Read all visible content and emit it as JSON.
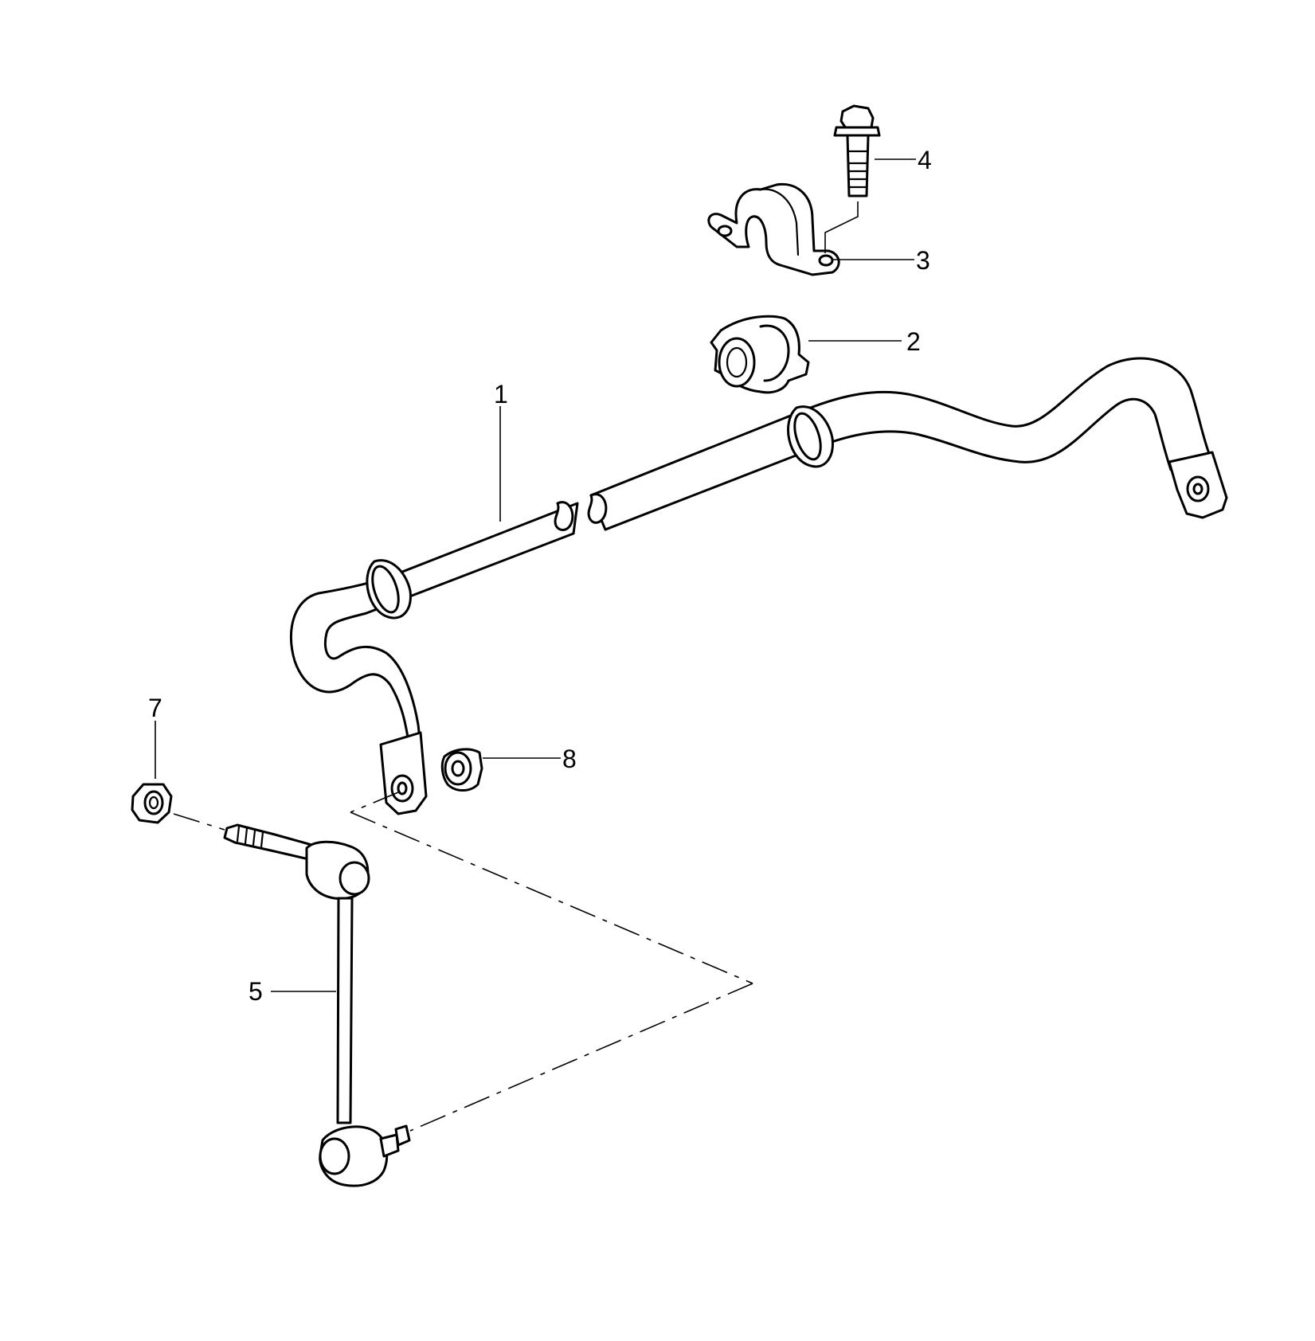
{
  "callouts": {
    "c1": "1",
    "c2": "2",
    "c3": "3",
    "c4": "4",
    "c5": "5",
    "c7": "7",
    "c8": "8"
  },
  "colors": {
    "line": "#000000",
    "background": "#ffffff"
  }
}
